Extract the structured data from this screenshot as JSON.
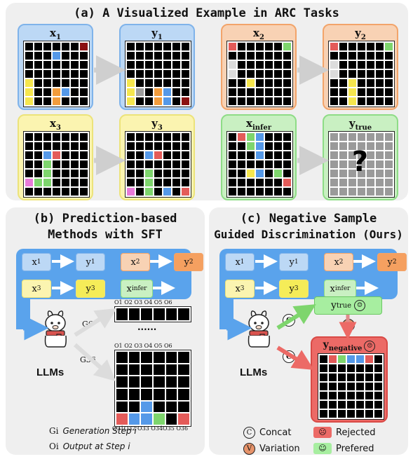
{
  "panel_a": {
    "title": "(a) A Visualized Example in ARC Tasks",
    "cards": [
      {
        "label_base": "x",
        "label_sub": "1"
      },
      {
        "label_base": "y",
        "label_sub": "1"
      },
      {
        "label_base": "x",
        "label_sub": "2"
      },
      {
        "label_base": "y",
        "label_sub": "2"
      },
      {
        "label_base": "x",
        "label_sub": "3"
      },
      {
        "label_base": "y",
        "label_sub": "3"
      },
      {
        "label_base": "x",
        "label_sub": "infer"
      },
      {
        "label_base": "y",
        "label_sub": "true"
      }
    ],
    "question_mark": "?"
  },
  "panel_b": {
    "title_line1": "(b) Prediction-based",
    "title_line2": "Methods with SFT",
    "pills": [
      {
        "base": "x",
        "sub": "1"
      },
      {
        "base": "y",
        "sub": "1"
      },
      {
        "base": "x",
        "sub": "2"
      },
      {
        "base": "y",
        "sub": "2"
      },
      {
        "base": "x",
        "sub": "3"
      },
      {
        "base": "y",
        "sub": "3"
      },
      {
        "base": "x",
        "sub": "infer"
      }
    ],
    "llm_label": "LLMs",
    "g6": "G6",
    "g36": "G36",
    "output_top": "O1 O2 O3 O4 O5 O6",
    "ellipsis": "......",
    "output_mid": "O1 O2 O3 O4 O5 O6",
    "output_bottom": "O31O32 O33 O34O35 O36",
    "legend_g": "Gi",
    "legend_g_text": "Generation Step i",
    "legend_o": "Oi",
    "legend_o_text": "Output at Step i"
  },
  "panel_c": {
    "title_line1": "(c) Negative Sample",
    "title_line2": "Guided Discrimination (Ours)",
    "pills": [
      {
        "base": "x",
        "sub": "1"
      },
      {
        "base": "y",
        "sub": "1"
      },
      {
        "base": "x",
        "sub": "2"
      },
      {
        "base": "y",
        "sub": "2"
      },
      {
        "base": "x",
        "sub": "3"
      },
      {
        "base": "y",
        "sub": "3"
      },
      {
        "base": "x",
        "sub": "infer"
      }
    ],
    "llm_label": "LLMs",
    "ytrue_base": "y",
    "ytrue_sub": "true",
    "yneg_base": "y",
    "yneg_sub": "negative",
    "c_badge": "C",
    "v_badge": "V",
    "legend": {
      "concat": "Concat",
      "variation": "Variation",
      "rejected": "Rejected",
      "prefered": "Prefered"
    }
  },
  "colors": {
    "blue_card": "#bcd8f5",
    "orange_card": "#f8d2b4",
    "yellow_card": "#fbf4b0",
    "green_card": "#c9f0c2",
    "blue_border": "#7fb3ea",
    "orange_border": "#f2a46a",
    "yellow_border": "#ece37a",
    "green_border": "#8edc86",
    "band": "#5aa3ec",
    "rejected": "#ec6a66",
    "prefered": "#a7eea0"
  }
}
